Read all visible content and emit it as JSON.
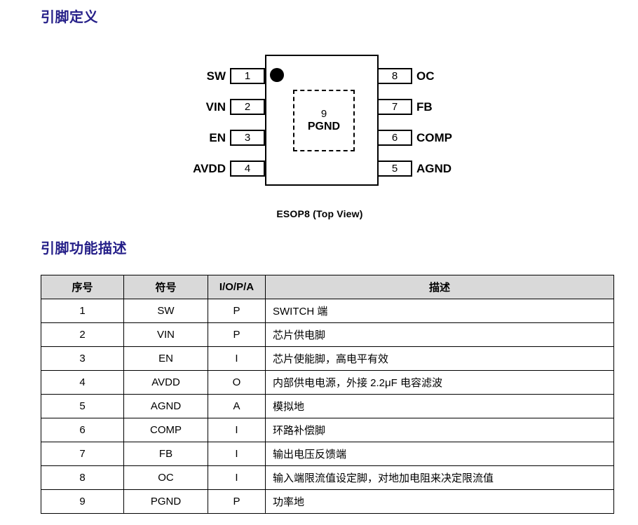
{
  "headings": {
    "pin_definition": "引脚定义",
    "pin_function": "引脚功能描述"
  },
  "package_diagram": {
    "caption": "ESOP8 (Top View)",
    "marker_icon": "pin1-dot-icon",
    "exposed_pad": {
      "number": "9",
      "name": "PGND"
    },
    "left_pins": [
      {
        "number": "1",
        "label": "SW"
      },
      {
        "number": "2",
        "label": "VIN"
      },
      {
        "number": "3",
        "label": "EN"
      },
      {
        "number": "4",
        "label": "AVDD"
      }
    ],
    "right_pins": [
      {
        "number": "8",
        "label": "OC"
      },
      {
        "number": "7",
        "label": "FB"
      },
      {
        "number": "6",
        "label": "COMP"
      },
      {
        "number": "5",
        "label": "AGND"
      }
    ]
  },
  "pin_table": {
    "headers": [
      "序号",
      "符号",
      "I/O/P/A",
      "描述"
    ],
    "rows": [
      {
        "num": "1",
        "sym": "SW",
        "iopa": "P",
        "desc": "SWITCH 端"
      },
      {
        "num": "2",
        "sym": "VIN",
        "iopa": "P",
        "desc": "芯片供电脚"
      },
      {
        "num": "3",
        "sym": "EN",
        "iopa": "I",
        "desc": "芯片使能脚，高电平有效"
      },
      {
        "num": "4",
        "sym": "AVDD",
        "iopa": "O",
        "desc": "内部供电电源，外接 2.2μF 电容滤波"
      },
      {
        "num": "5",
        "sym": "AGND",
        "iopa": "A",
        "desc": "模拟地"
      },
      {
        "num": "6",
        "sym": "COMP",
        "iopa": "I",
        "desc": "环路补偿脚"
      },
      {
        "num": "7",
        "sym": "FB",
        "iopa": "I",
        "desc": "输出电压反馈端"
      },
      {
        "num": "8",
        "sym": "OC",
        "iopa": "I",
        "desc": "输入端限流值设定脚，对地加电阻来决定限流值"
      },
      {
        "num": "9",
        "sym": "PGND",
        "iopa": "P",
        "desc": "功率地"
      }
    ]
  },
  "colors": {
    "heading": "#262089",
    "table_header_bg": "#d9d9d9",
    "border": "#000000"
  }
}
